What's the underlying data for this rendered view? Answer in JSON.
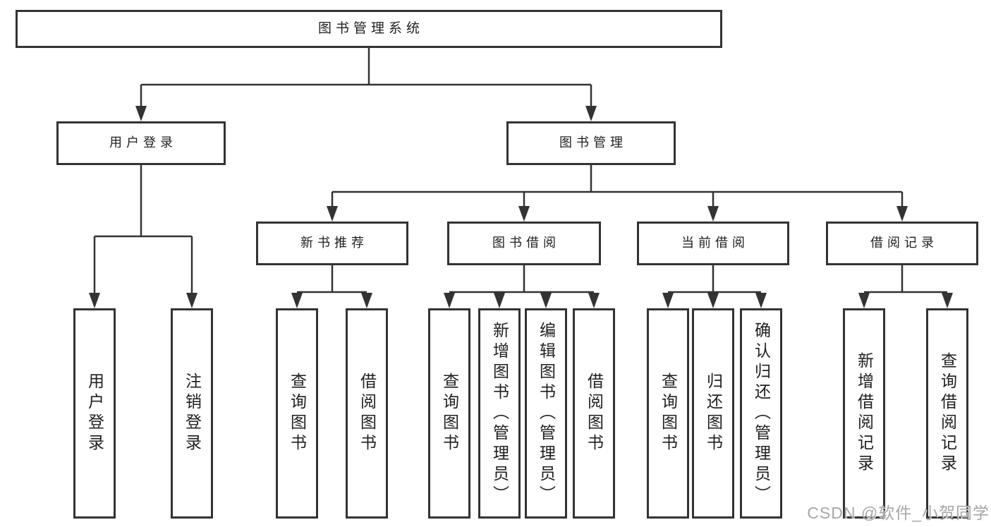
{
  "nodes": {
    "root": "图书管理系统",
    "user_login": "用户登录",
    "book_mgmt": "图书管理",
    "new_rec": "新书推荐",
    "borrow": "图书借阅",
    "current": "当前借阅",
    "record": "借阅记录",
    "leaf_login": "用户登录",
    "leaf_logout": "注销登录",
    "leaf_rec_query": "查询图书",
    "leaf_rec_borrow": "借阅图书",
    "leaf_bor_query": "查询图书",
    "leaf_bor_add": "新增图书（管理员）",
    "leaf_bor_edit": "编辑图书（管理员）",
    "leaf_bor_borrow": "借阅图书",
    "leaf_cur_query": "查询图书",
    "leaf_cur_return": "归还图书",
    "leaf_cur_confirm": "确认归还（管理员）",
    "leaf_rcd_add": "新增借阅记录",
    "leaf_rcd_query": "查询借阅记录"
  },
  "watermark": {
    "text": "CSDN @软件_小贺同学"
  },
  "colors": {
    "line": "#333333",
    "box_border": "#333333",
    "box_bg": "#ffffff",
    "text": "#1f1f1f",
    "watermark": "#a3a3a3"
  }
}
